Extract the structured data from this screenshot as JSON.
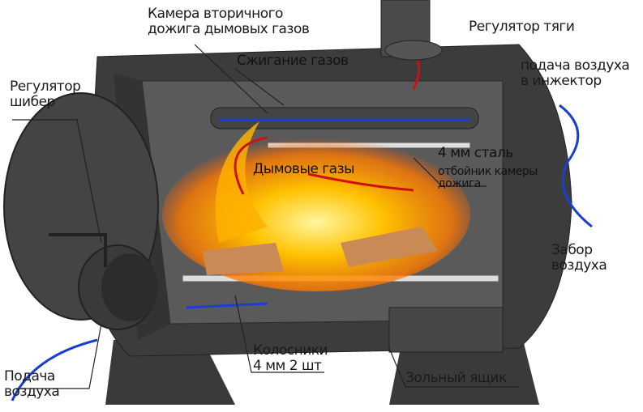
{
  "labels": {
    "secondary_chamber": [
      "Камера вторичного",
      "дожига дымовых газов"
    ],
    "gas_burning": "Сжигание газов",
    "draft_regulator": "Регулятор тяги",
    "injector_air": [
      "подача воздуха",
      "в инжектор"
    ],
    "damper_regulator": [
      "Регулятор",
      "шибер"
    ],
    "smoke_gases": "Дымовые газы",
    "steel": "4 мм сталь",
    "baffle": [
      "отбойник камеры",
      "дожига"
    ],
    "air_intake": [
      "Забор",
      "воздуха"
    ],
    "grates": [
      "Колосники",
      "4 мм 2 шт"
    ],
    "ash_box": "Зольный ящик",
    "air_supply": [
      "Подача",
      "воздуха"
    ]
  },
  "colors": {
    "body": "#3a3a3a",
    "inner": "#5a5a5a",
    "air_arrow": "#1a3fd0",
    "flame": "#ff9a00",
    "smoke": "#d01010"
  }
}
